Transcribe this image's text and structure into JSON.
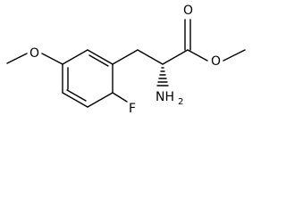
{
  "molecule": {
    "atoms": {
      "oxygen_methoxy": "O",
      "fluorine": "F",
      "oxygen_carbonyl": "O",
      "oxygen_ester": "O",
      "amine_N": "NH",
      "amine_sub": "2"
    }
  }
}
